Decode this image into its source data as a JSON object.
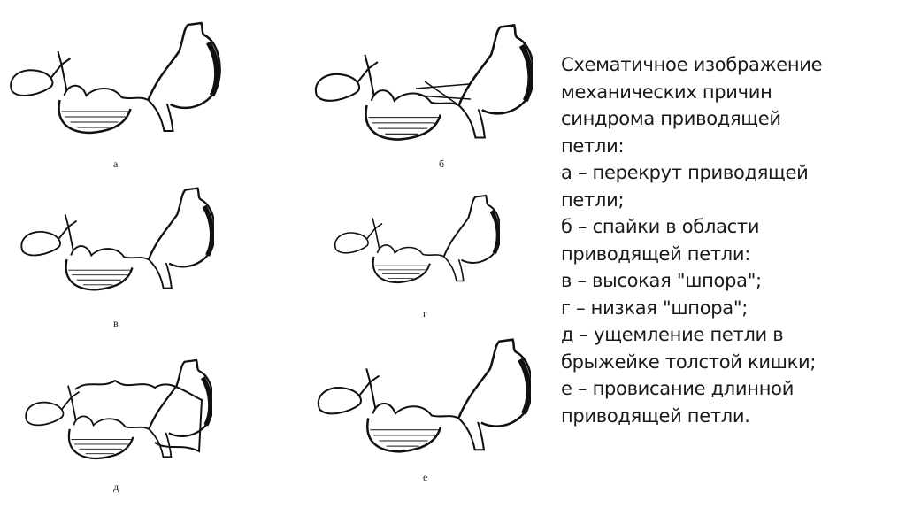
{
  "panels": [
    {
      "label": "а"
    },
    {
      "label": "б"
    },
    {
      "label": "в"
    },
    {
      "label": "г"
    },
    {
      "label": "д"
    },
    {
      "label": "е"
    }
  ],
  "caption": {
    "lines": [
      "Схематичное изображение",
      "механических причин",
      "синдрома приводящей",
      "петли:",
      "а – перекрут приводящей",
      "петли;",
      "б – спайки в области",
      "приводящей петли:",
      "в – высокая \"шпора\";",
      "г – низкая \"шпора\";",
      "д – ущемление петли в",
      "брыжейке толстой кишки;",
      "е – провисание длинной",
      "приводящей петли."
    ]
  }
}
